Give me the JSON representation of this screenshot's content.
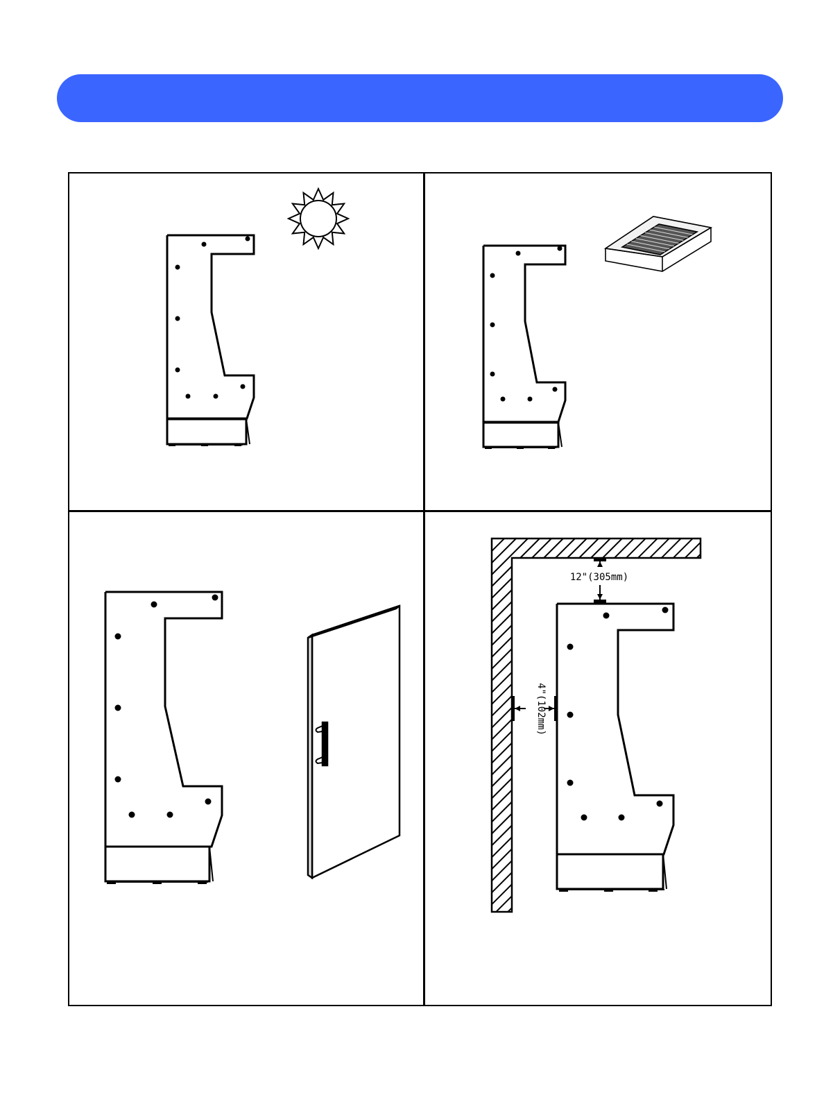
{
  "colors": {
    "banner": "#3a65ff",
    "line": "#000000"
  },
  "panels": [
    {
      "drawing": "display-case-with-sun-icon"
    },
    {
      "drawing": "display-case-with-ceiling-cassette-ac-icon"
    },
    {
      "drawing": "display-case-with-door-icon"
    },
    {
      "drawing": "display-case-wall-clearance-diagram"
    }
  ],
  "clearances": {
    "top_label": "12\"(305mm)",
    "side_label": "4\"(102mm)"
  }
}
